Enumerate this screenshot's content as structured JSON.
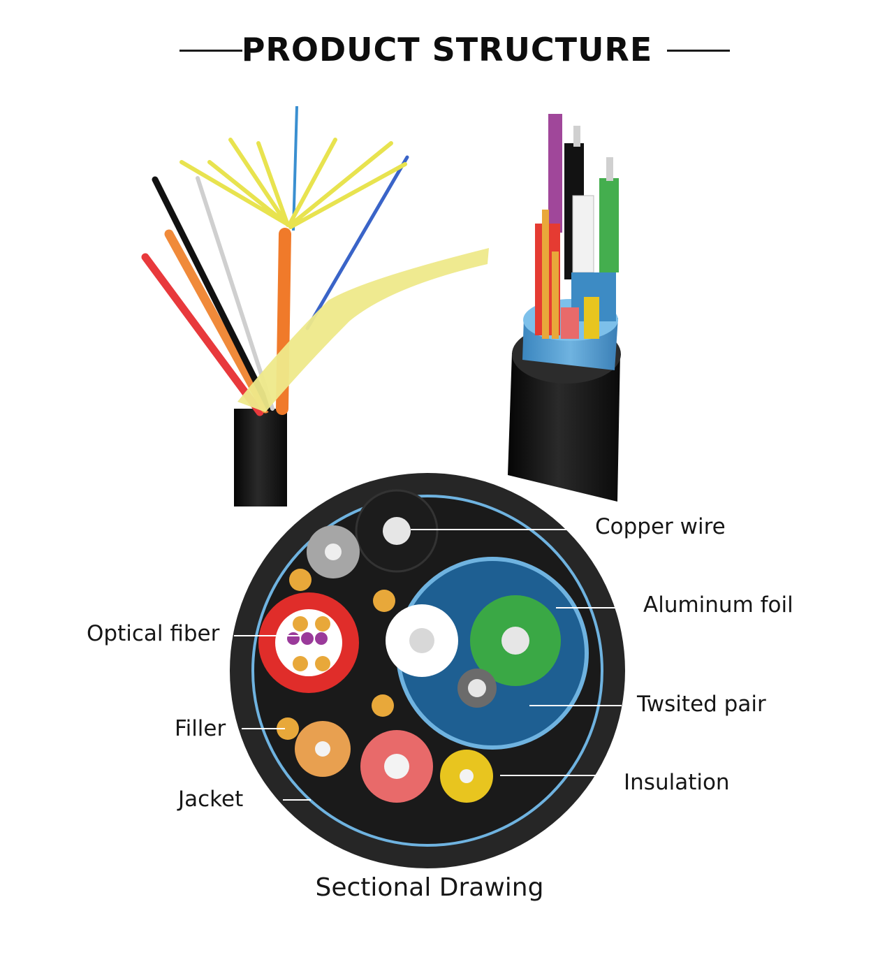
{
  "title": "PRODUCT STRUCTURE",
  "labels": {
    "copper_wire": "Copper wire",
    "aluminum_foil": "Aluminum foil",
    "optical_fiber": "Optical fiber",
    "twisted_pair": "Twsited pair",
    "filler": "Filler",
    "insulation": "Insulation",
    "jacket": "Jacket"
  },
  "caption": "Sectional Drawing",
  "colors": {
    "jacket": "#1f1f1f",
    "foil": "#5aa9d8",
    "fiber_tube": "#e0302e",
    "filler": "#e8a83a",
    "aramid": "#e8e34f",
    "green_wire": "#3aa845",
    "pink_wire": "#e86a6a",
    "yellow_wire": "#e8c51f",
    "orange_wire": "#e8a050",
    "purple_fiber": "#9a3a9a"
  }
}
